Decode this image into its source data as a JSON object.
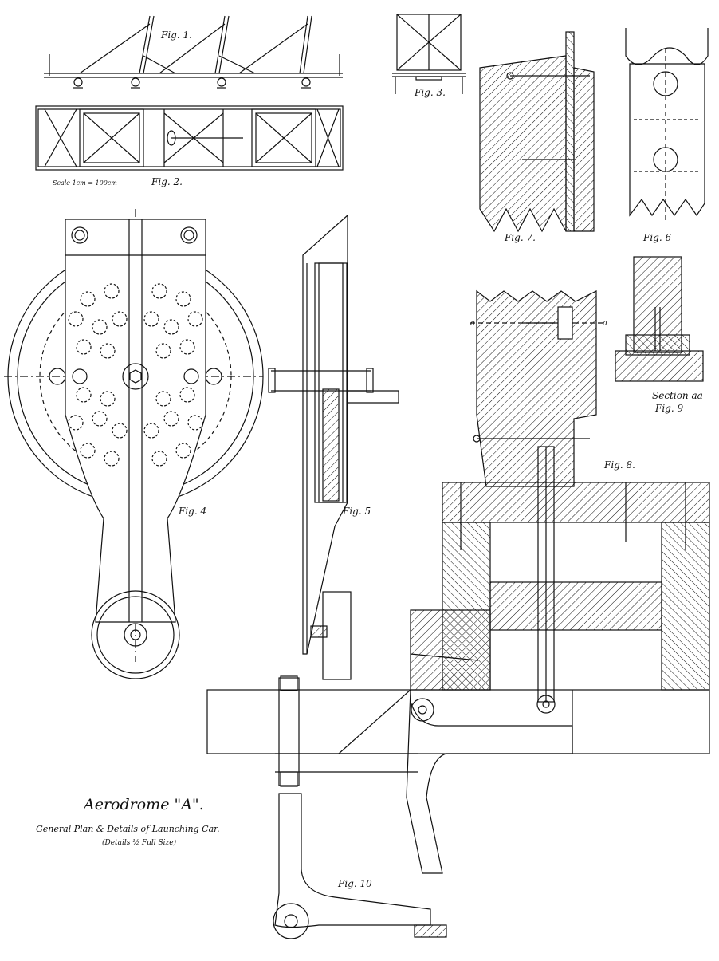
{
  "title": {
    "main": "Aerodrome \"A\".",
    "subtitle": "General Plan & Details of Launching Car.",
    "note": "(Details ½ Full Size)"
  },
  "figures": {
    "fig1": "Fig. 1.",
    "fig2": "Fig. 2.",
    "fig3": "Fig. 3.",
    "fig4": "Fig. 4",
    "fig5": "Fig. 5",
    "fig6": "Fig. 6",
    "fig7": "Fig. 7.",
    "fig8": "Fig. 8.",
    "fig9": "Fig. 9",
    "fig10": "Fig. 10",
    "section_aa": "Section aa",
    "section_mark": "a",
    "scale": "Scale 1cm = 100cm"
  },
  "colors": {
    "ink": "#111111",
    "paper": "#ffffff"
  }
}
